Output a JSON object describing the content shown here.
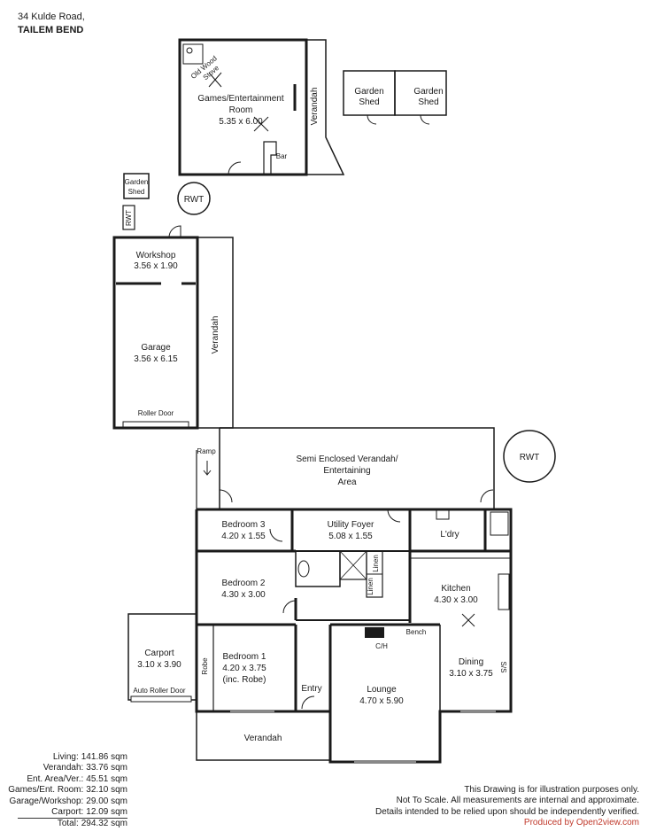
{
  "header": {
    "line1": "34 Kulde Road,",
    "line2": "TAILEM BEND"
  },
  "rooms": {
    "games_name": "Games/Entertainment",
    "games_name2": "Room",
    "games_dim": "5.35 x 6.00",
    "old_wood_stove": "Old Wood",
    "old_wood_stove2": "Stove",
    "bar": "Bar",
    "verandah_games": "Verandah",
    "shed1_a": "Garden",
    "shed1_b": "Shed",
    "shed2_a": "Garden",
    "shed2_b": "Shed",
    "shed3_a": "Garden",
    "shed3_b": "Shed",
    "rwt1": "RWT",
    "rwt_small": "RWT",
    "rwt2": "RWT",
    "workshop": "Workshop",
    "workshop_dim": "3.56 x 1.90",
    "garage": "Garage",
    "garage_dim": "3.56 x 6.15",
    "roller_door": "Roller Door",
    "verandah_garage": "Verandah",
    "ramp": "Ramp",
    "semi1": "Semi Enclosed Verandah/",
    "semi2": "Entertaining",
    "semi3": "Area",
    "bed3": "Bedroom 3",
    "bed3_dim": "4.20 x 1.55",
    "utility": "Utility Foyer",
    "utility_dim": "5.08 x 1.55",
    "ldry": "L'dry",
    "bed2": "Bedroom 2",
    "bed2_dim": "4.30 x 3.00",
    "linen1": "Linen",
    "linen2": "Linen",
    "kitchen": "Kitchen",
    "kitchen_dim": "4.30 x 3.00",
    "bench": "Bench",
    "ch": "C/H",
    "carport": "Carport",
    "carport_dim": "3.10 x 3.90",
    "auto_roller": "Auto Roller Door",
    "bed1": "Bedroom 1",
    "bed1_dim": "4.20 x 3.75",
    "bed1_note": "(inc. Robe)",
    "robe": "Robe",
    "entry": "Entry",
    "lounge": "Lounge",
    "lounge_dim": "4.70 x 5.90",
    "dining": "Dining",
    "dining_dim": "3.10 x 3.75",
    "ss": "S/S",
    "verandah_front": "Verandah"
  },
  "stats": [
    {
      "label": "Living:",
      "value": "141.86 sqm"
    },
    {
      "label": "Verandah:",
      "value": "33.76 sqm"
    },
    {
      "label": "Ent. Area/Ver.:",
      "value": "45.51 sqm"
    },
    {
      "label": "Games/Ent. Room:",
      "value": "32.10 sqm"
    },
    {
      "label": "Garage/Workshop:",
      "value": "29.00 sqm"
    },
    {
      "label": "Carport:",
      "value": "12.09 sqm"
    },
    {
      "label": "Total:",
      "value": "294.32 sqm"
    }
  ],
  "disclaimer": {
    "line1": "This Drawing is for illustration purposes only.",
    "line2": "Not To Scale. All measurements are internal and approximate.",
    "line3": "Details intended to be relied upon should be independently verified.",
    "credit": "Produced by Open2view.com"
  },
  "colors": {
    "wall": "#1a1a1a",
    "credit": "#c0392b"
  }
}
